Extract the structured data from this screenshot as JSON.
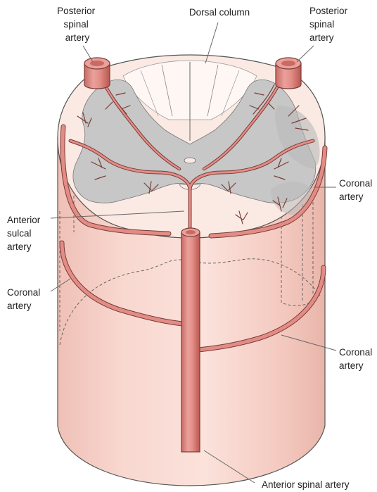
{
  "labels": {
    "posterior_spinal_artery_left": [
      "Posterior",
      "spinal",
      "artery"
    ],
    "dorsal_column": "Dorsal column",
    "posterior_spinal_artery_right": [
      "Posterior",
      "spinal",
      "artery"
    ],
    "coronal_artery_right_upper": [
      "Coronal",
      "artery"
    ],
    "anterior_sulcal_artery": [
      "Anterior",
      "sulcal",
      "artery"
    ],
    "coronal_artery_left": [
      "Coronal",
      "artery"
    ],
    "coronal_artery_right_lower": [
      "Coronal",
      "artery"
    ],
    "anterior_spinal_artery": "Anterior spinal artery"
  },
  "colors": {
    "cylinder_fill": "#f7d3cb",
    "top_face_fill": "#fbe9e3",
    "grey_matter": "#c4c4c4",
    "artery_fill": "#e38c86",
    "artery_outline": "#7a3c38",
    "outline": "#555555"
  }
}
